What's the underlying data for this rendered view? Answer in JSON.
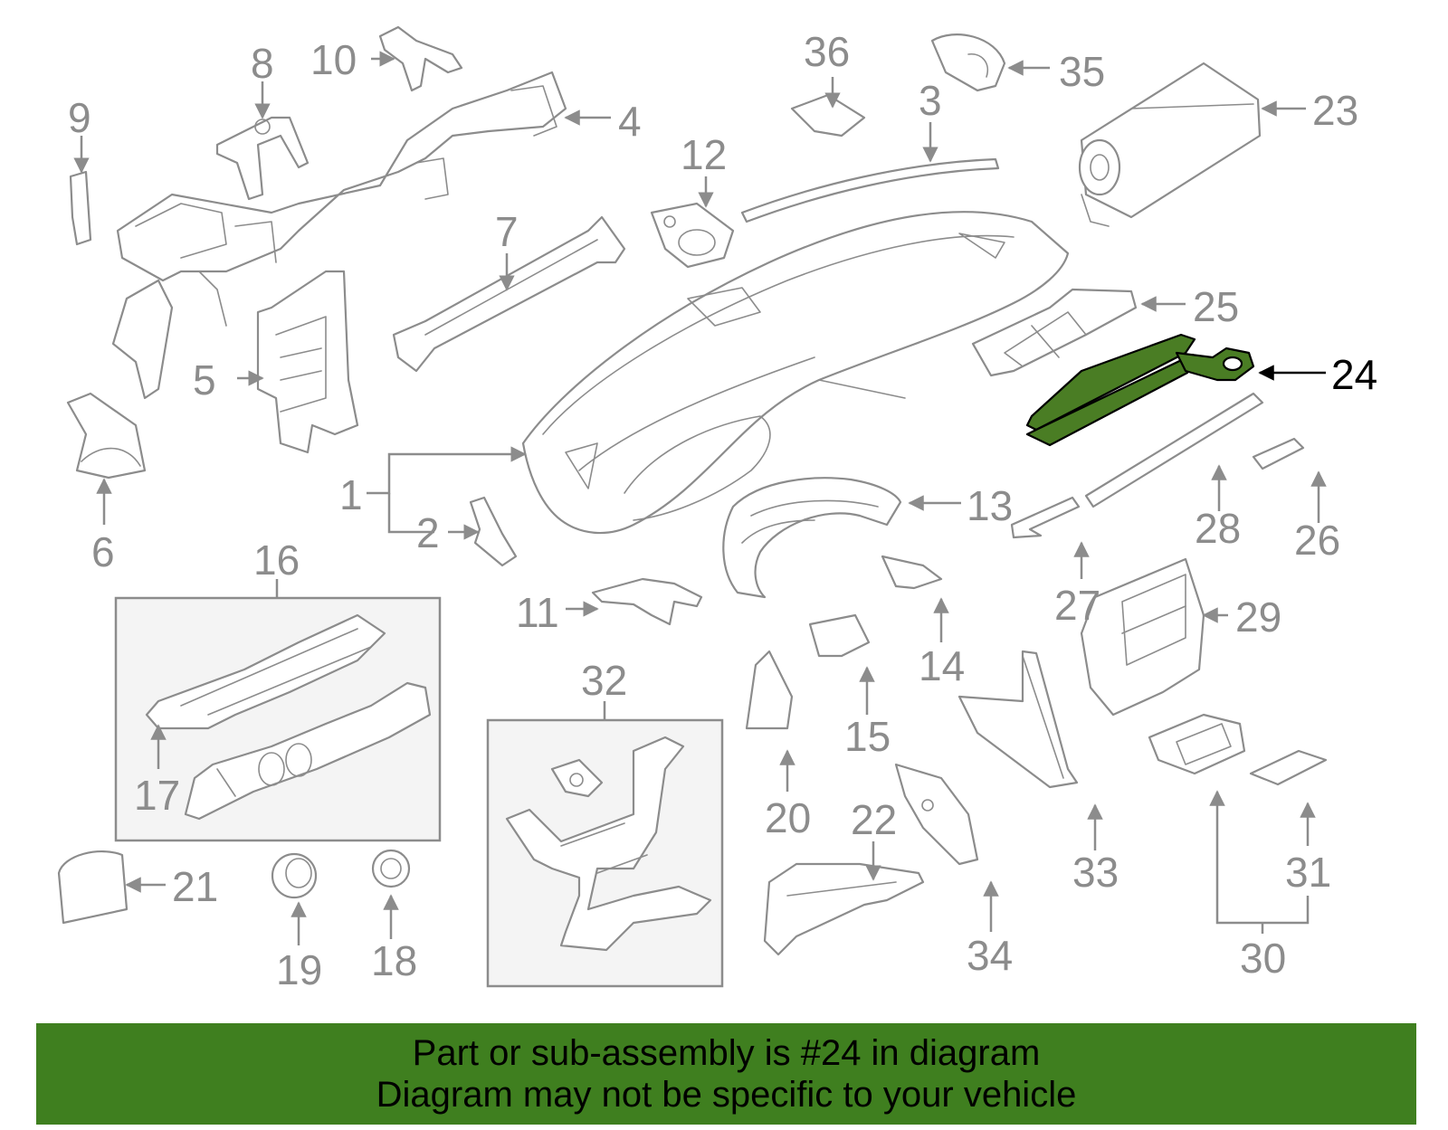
{
  "colors": {
    "banner_background": "#3f7f1f",
    "highlight_fill": "#4a7d24",
    "line_gray": "#8c8c8c",
    "box_background": "#f4f4f4"
  },
  "highlighted_part": "24",
  "callouts": {
    "c1": "1",
    "c2": "2",
    "c3": "3",
    "c4": "4",
    "c5": "5",
    "c6": "6",
    "c7": "7",
    "c8": "8",
    "c9": "9",
    "c10": "10",
    "c11": "11",
    "c12": "12",
    "c13": "13",
    "c14": "14",
    "c15": "15",
    "c16": "16",
    "c17": "17",
    "c18": "18",
    "c19": "19",
    "c20": "20",
    "c21": "21",
    "c22": "22",
    "c23": "23",
    "c24": "24",
    "c25": "25",
    "c26": "26",
    "c27": "27",
    "c28": "28",
    "c29": "29",
    "c30": "30",
    "c31": "31",
    "c32": "32",
    "c33": "33",
    "c34": "34",
    "c35": "35",
    "c36": "36"
  },
  "banner": {
    "line1": "Part or sub-assembly is #24 in diagram",
    "line2": "Diagram may not be specific to your vehicle"
  }
}
